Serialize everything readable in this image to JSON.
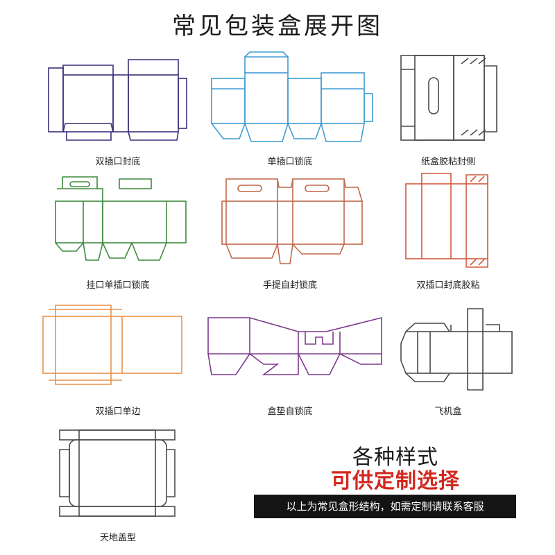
{
  "header": {
    "title": "常见包装盒展开图"
  },
  "diagrams": [
    {
      "label": "双插口封底",
      "color": "#3c2f7a"
    },
    {
      "label": "单插口锁底",
      "color": "#3f9bd1"
    },
    {
      "label": "纸盒胶粘封侧",
      "color": "#4a4a4a"
    },
    {
      "label": "挂口单插口锁底",
      "color": "#3d8a3d"
    },
    {
      "label": "手提自封锁底",
      "color": "#c0674a"
    },
    {
      "label": "双插口封底胶粘",
      "color": "#d4583c"
    },
    {
      "label": "双插口单边",
      "color": "#e7924a"
    },
    {
      "label": "盒垫自锁底",
      "color": "#7e3a8e"
    },
    {
      "label": "飞机盒",
      "color": "#4a4a4a"
    },
    {
      "label": "天地盖型",
      "color": "#4a4a4a"
    }
  ],
  "promo": {
    "headline": "各种样式",
    "subhead": "可供定制选择",
    "subhead_color": "#d2281f",
    "note": "以上为常见盒形结构，如需定制请联系客服"
  }
}
